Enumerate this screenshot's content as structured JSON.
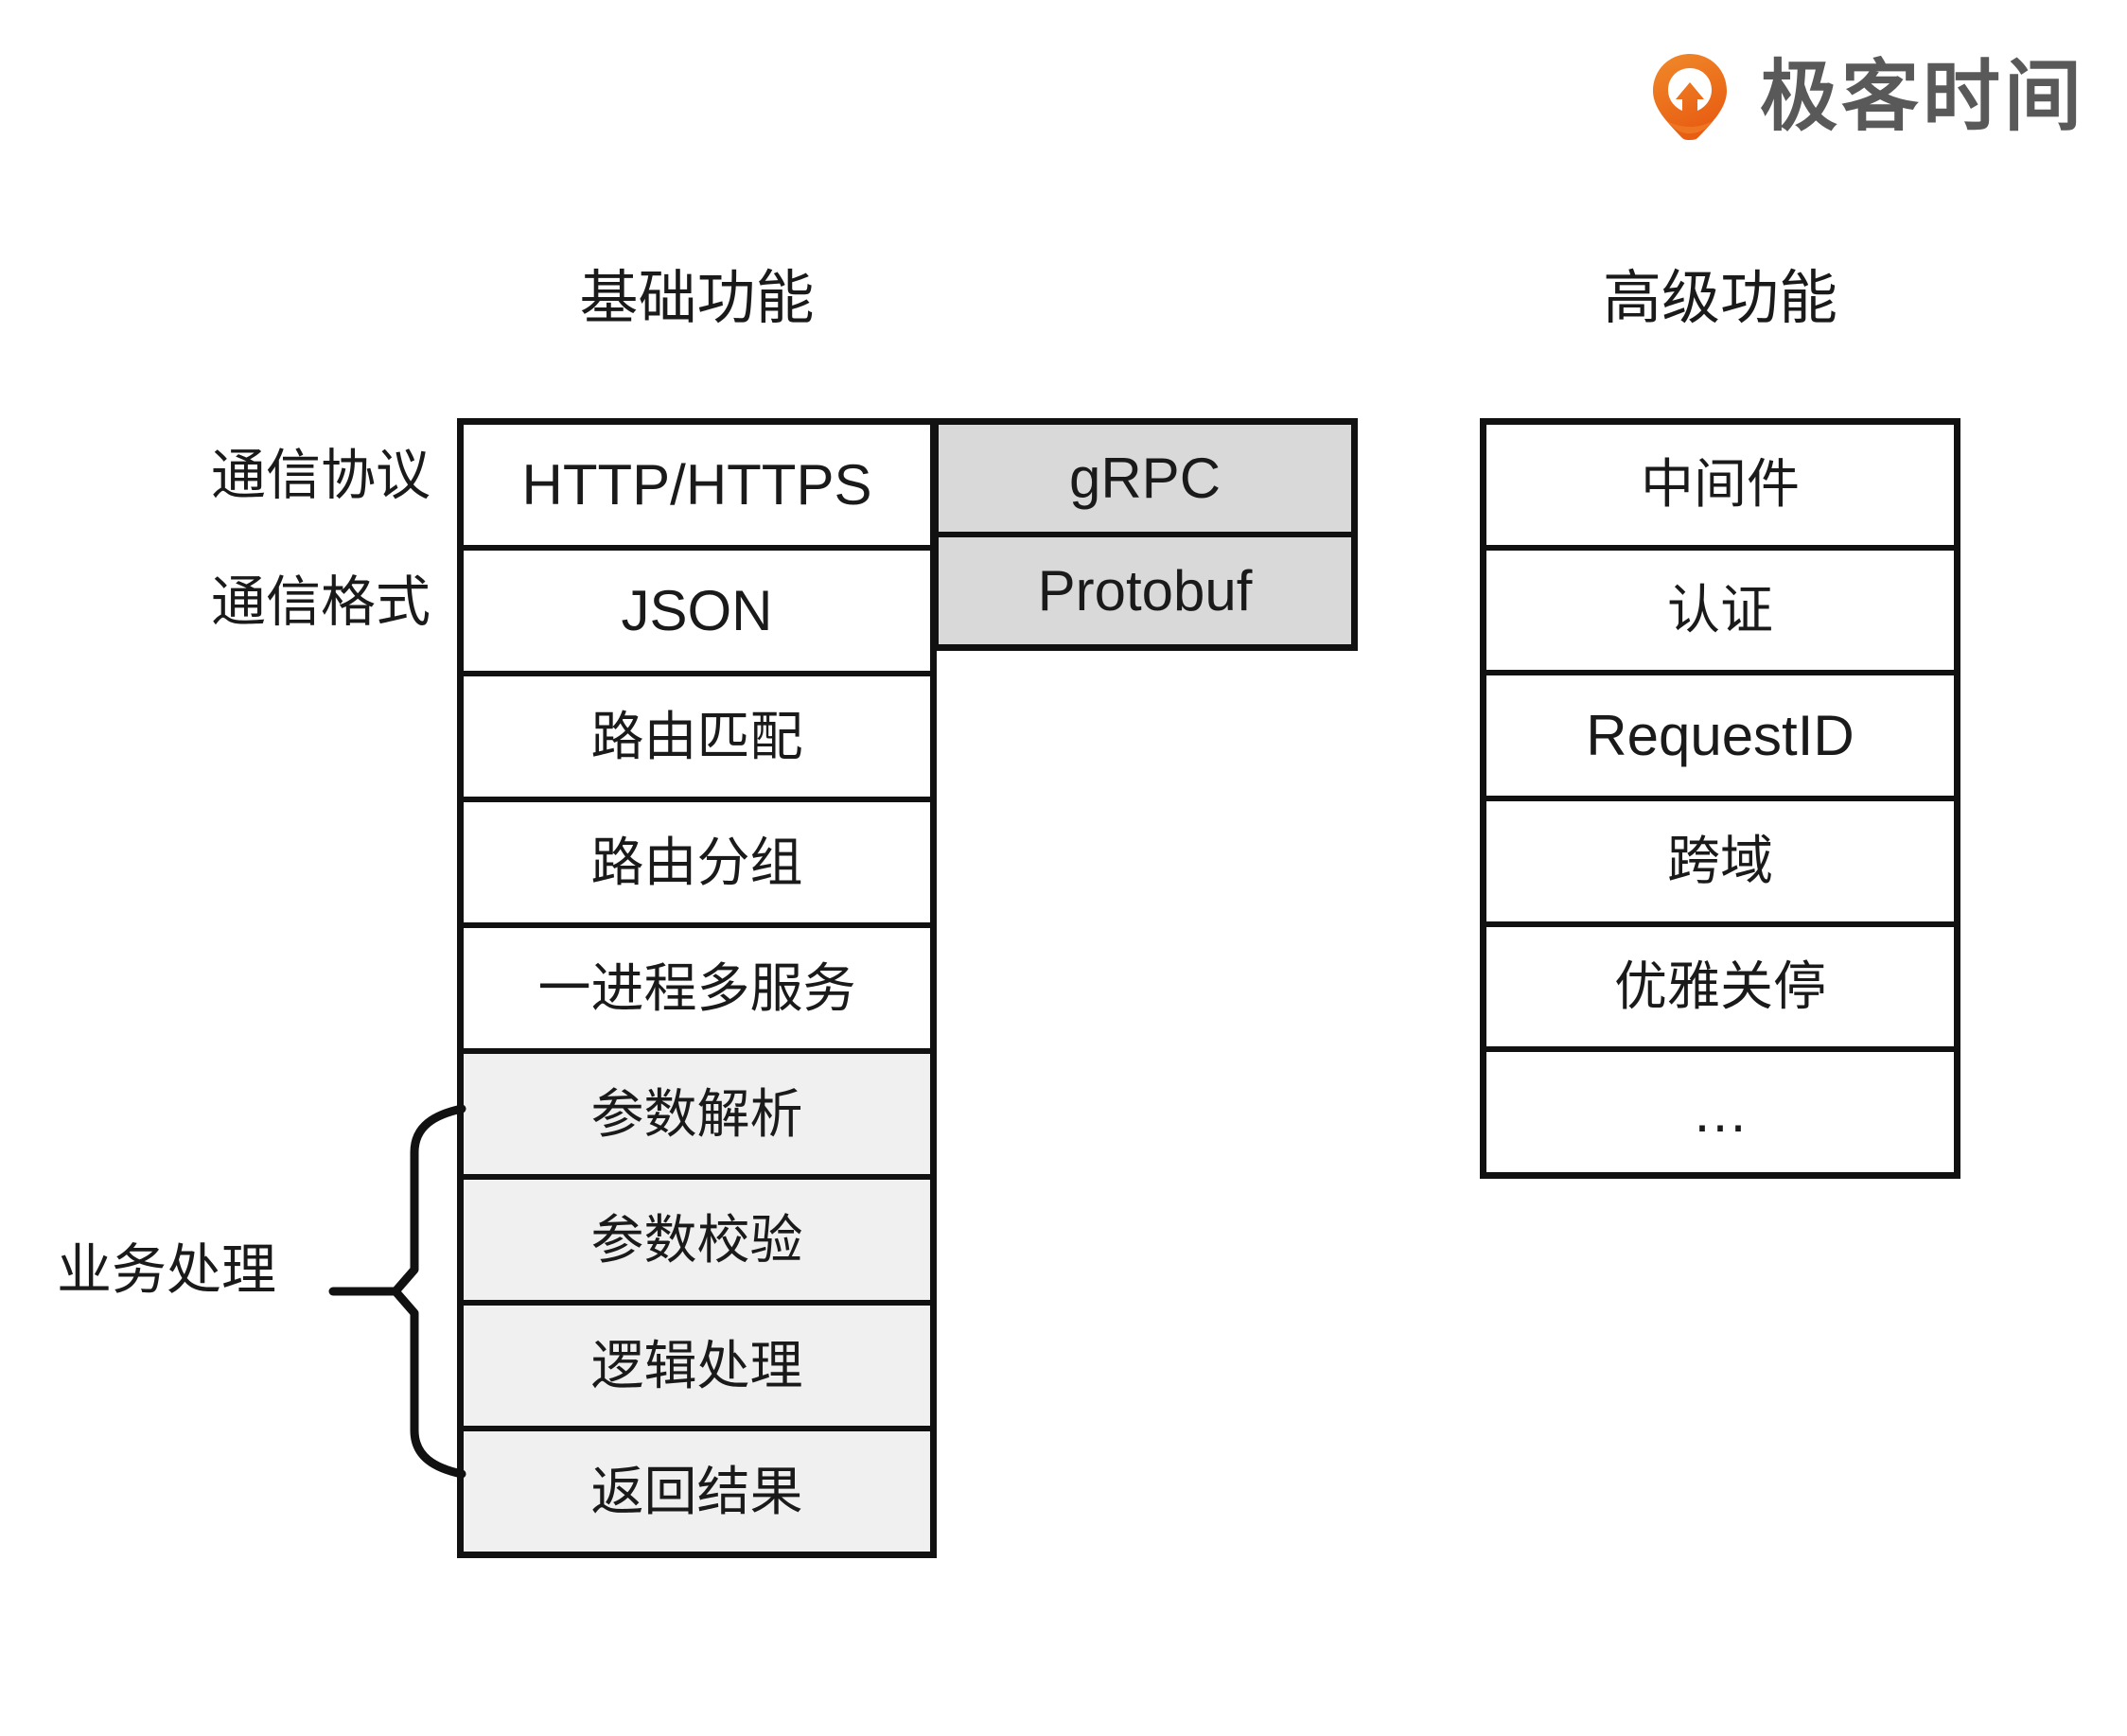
{
  "brand": {
    "name": "极客时间",
    "logo_icon": "geektime-pin-logo-icon",
    "accent_color": "#ee7623"
  },
  "headings": {
    "basic": "基础功能",
    "advanced": "高级功能"
  },
  "side_labels": {
    "protocol": "通信协议",
    "format": "通信格式",
    "business": "业务处理"
  },
  "colors": {
    "border": "#111111",
    "shaded_dark": "#d9d9d9",
    "shaded_light": "#f0f0f0",
    "background": "#ffffff"
  },
  "tables": {
    "basic": {
      "rows": [
        {
          "label": "HTTP/HTTPS",
          "shade": "none",
          "script": "latin"
        },
        {
          "label": "JSON",
          "shade": "none",
          "script": "latin"
        },
        {
          "label": "路由匹配",
          "shade": "none",
          "script": "cjk"
        },
        {
          "label": "路由分组",
          "shade": "none",
          "script": "cjk"
        },
        {
          "label": "一进程多服务",
          "shade": "none",
          "script": "cjk"
        },
        {
          "label": "参数解析",
          "shade": "light",
          "script": "cjk"
        },
        {
          "label": "参数校验",
          "shade": "light",
          "script": "cjk"
        },
        {
          "label": "逻辑处理",
          "shade": "light",
          "script": "cjk"
        },
        {
          "label": "返回结果",
          "shade": "light",
          "script": "cjk"
        }
      ]
    },
    "protocol_alt": {
      "rows": [
        {
          "label": "gRPC",
          "shade": "dark",
          "script": "latin"
        },
        {
          "label": "Protobuf",
          "shade": "dark",
          "script": "latin"
        }
      ]
    },
    "advanced": {
      "rows": [
        {
          "label": "中间件",
          "shade": "none",
          "script": "cjk"
        },
        {
          "label": "认证",
          "shade": "none",
          "script": "cjk"
        },
        {
          "label": "RequestID",
          "shade": "none",
          "script": "latin"
        },
        {
          "label": "跨域",
          "shade": "none",
          "script": "cjk"
        },
        {
          "label": "优雅关停",
          "shade": "none",
          "script": "cjk"
        },
        {
          "label": "…",
          "shade": "none",
          "script": "latin"
        }
      ]
    }
  }
}
